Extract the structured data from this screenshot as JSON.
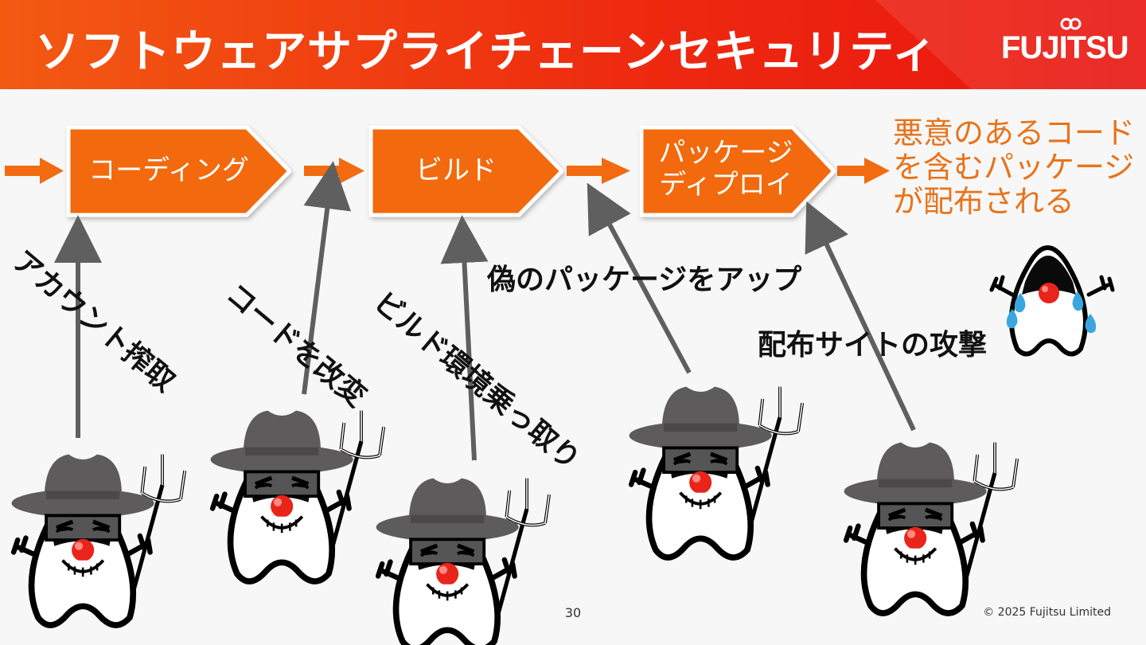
{
  "header": {
    "title": "ソフトウェアサプライチェーンセキュリティ",
    "logo_text": "FUJITSU",
    "gradient_colors": [
      "#f25a12",
      "#e8140f"
    ]
  },
  "pipeline": {
    "stages": [
      {
        "label": "コーディング"
      },
      {
        "label": "ビルド"
      },
      {
        "label_line1": "パッケージ",
        "label_line2": "ディプロイ"
      }
    ],
    "outcome_lines": [
      "悪意のあるコード",
      "を含むパッケージ",
      "が配布される"
    ],
    "stage_color": "#f26b10",
    "outcome_color": "#e8731a"
  },
  "attacks": [
    {
      "label": "アカウント搾取"
    },
    {
      "label": "コードを改変"
    },
    {
      "label": "ビルド環境乗っ取り"
    },
    {
      "label": "偽のパッケージをアップ"
    },
    {
      "label": "配布サイトの攻撃"
    }
  ],
  "characters": {
    "attacker_icon": "duke-villain-with-hat-and-trident-icon",
    "victim_icon": "duke-crying-icon"
  },
  "footer": {
    "page_number": "30",
    "copyright": "© 2025 Fujitsu Limited"
  }
}
